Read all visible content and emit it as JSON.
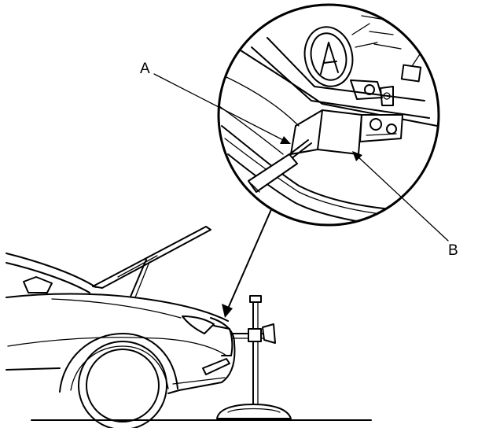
{
  "figure": {
    "callouts": [
      {
        "id": "A",
        "label": "A",
        "target": "screwdriver"
      },
      {
        "id": "B",
        "label": "B",
        "target": "front-sensor"
      }
    ],
    "colors": {
      "ink": "#000000",
      "background": "#ffffff"
    }
  }
}
